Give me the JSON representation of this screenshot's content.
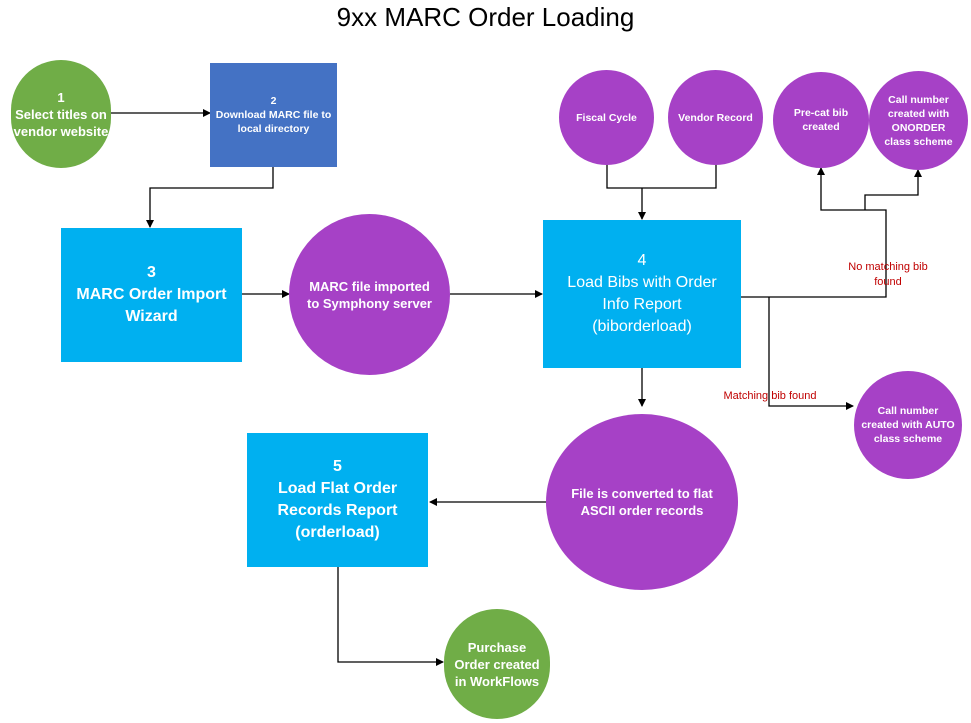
{
  "title": "9xx MARC Order Loading",
  "nodes": {
    "step1": {
      "number": "1",
      "text": "Select titles on vendor website"
    },
    "step2": {
      "number": "2",
      "text": "Download MARC file to local directory"
    },
    "step3": {
      "number": "3",
      "text": "MARC Order Import Wizard"
    },
    "imported": {
      "text": "MARC file imported to Symphony server"
    },
    "step4": {
      "number": "4",
      "text": "Load Bibs with Order Info Report (biborderload)"
    },
    "fiscal": {
      "text": "Fiscal Cycle"
    },
    "vendor": {
      "text": "Vendor Record"
    },
    "precat": {
      "text": "Pre-cat bib created"
    },
    "onorder": {
      "text": "Call number created with ONORDER class scheme"
    },
    "auto": {
      "text": "Call number created with AUTO class scheme"
    },
    "converted": {
      "text": "File is converted to flat ASCII order records"
    },
    "step5": {
      "number": "5",
      "text": "Load Flat Order Records Report (orderload)"
    },
    "po": {
      "text": "Purchase Order created in WorkFlows"
    }
  },
  "edge_labels": {
    "no_match": "No matching bib found",
    "match": "Matching bib found"
  },
  "colors": {
    "green": "#70ad47",
    "dark_blue": "#4472c4",
    "light_blue": "#00b0f0",
    "purple": "#a641c6",
    "red_label": "#c00000"
  }
}
